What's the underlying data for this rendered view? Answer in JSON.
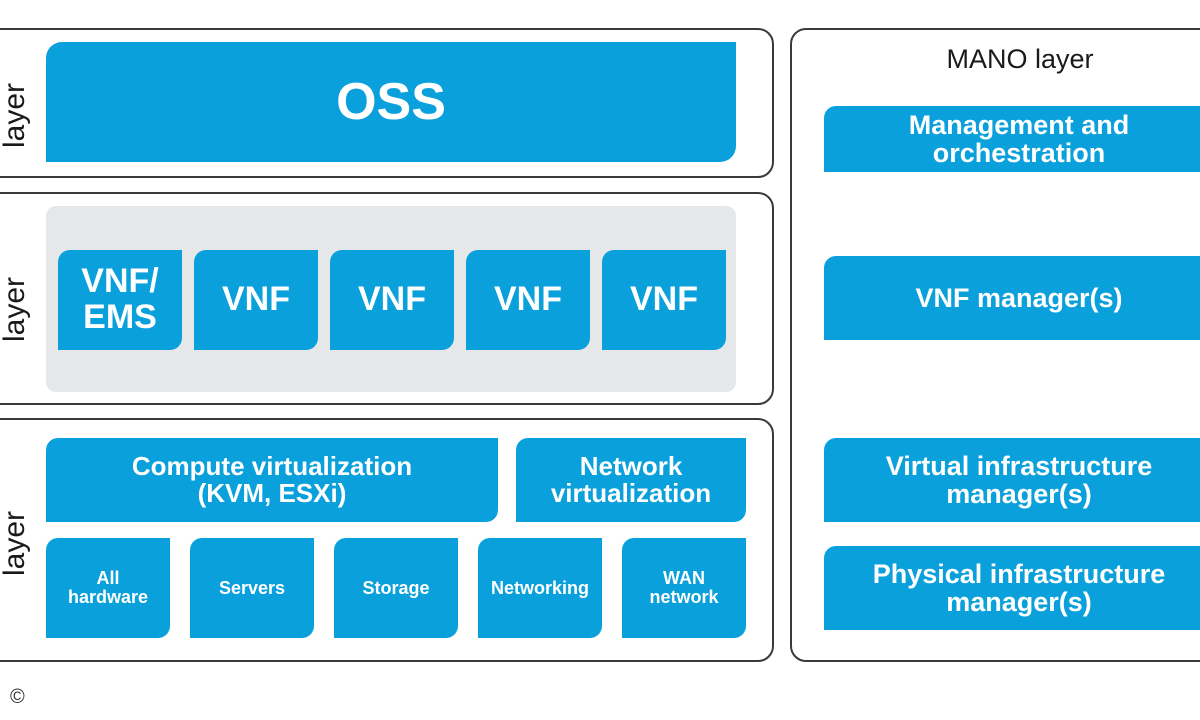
{
  "colors": {
    "box_blue": "#0aa0dc",
    "panel_border": "#3a3a3a",
    "inner_gray": "#e6e7e8",
    "text_white": "#ffffff",
    "text_dark": "#1a1a1a"
  },
  "left_stack": {
    "top_layer": {
      "side_label": "layer",
      "oss_label": "OSS"
    },
    "vnf_layer": {
      "side_label": "layer",
      "boxes": [
        "VNF/\nEMS",
        "VNF",
        "VNF",
        "VNF",
        "VNF"
      ]
    },
    "nfvi_layer": {
      "side_label": "layer",
      "compute": "Compute virtualization\n(KVM, ESXi)",
      "network": "Network\nvirtualization",
      "hardware": [
        "All\nhardware",
        "Servers",
        "Storage",
        "Networking",
        "WAN\nnetwork"
      ]
    }
  },
  "mano": {
    "title": "MANO layer",
    "boxes": [
      "Management and\norchestration",
      "VNF manager(s)",
      "Virtual infrastructure\nmanager(s)",
      "Physical infrastructure\nmanager(s)"
    ]
  },
  "footer": {
    "copyright_symbol": "©"
  }
}
